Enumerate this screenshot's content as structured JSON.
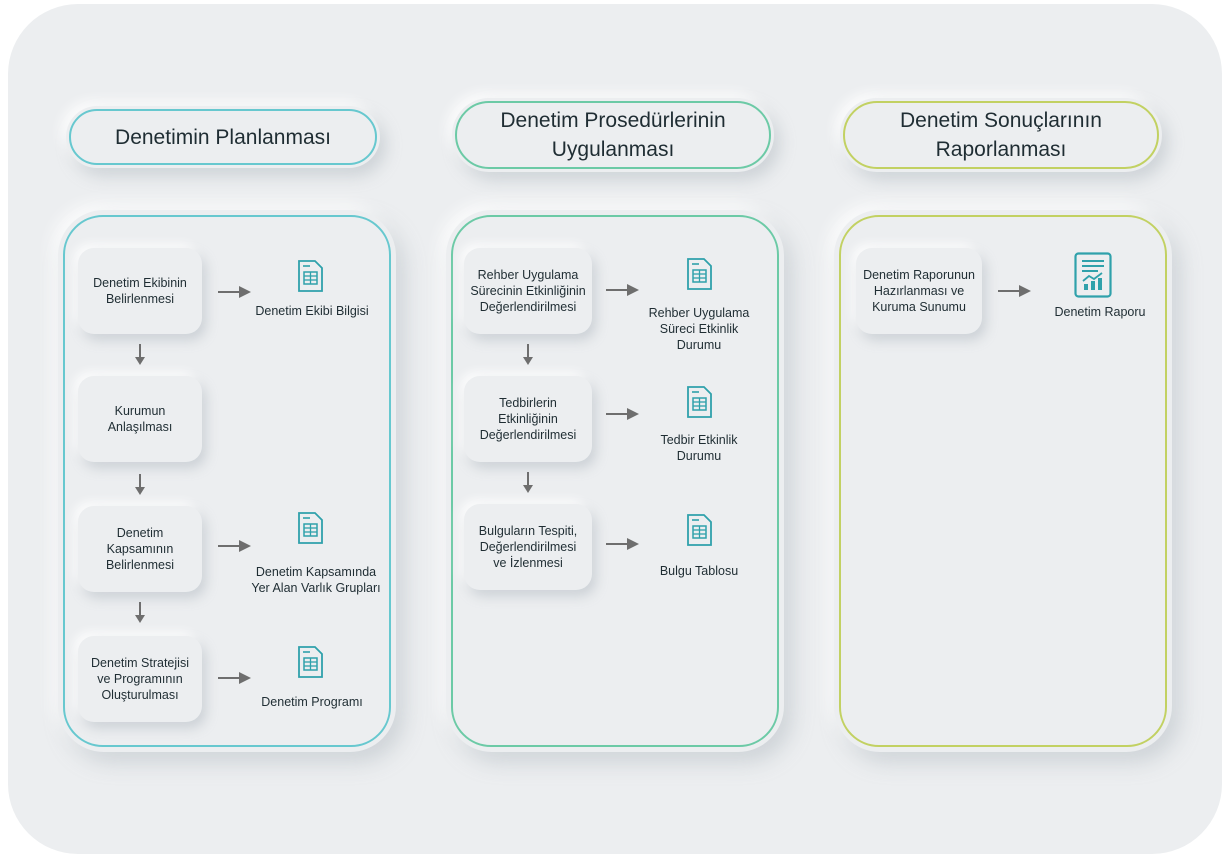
{
  "columns": [
    {
      "title": "Denetimin Planlanması",
      "color": "#67c8cf",
      "steps": [
        "Denetim Ekibinin\nBelirlenmesi",
        "Kurumun\nAnlaşılması",
        "Denetim\nKapsamının\nBelirlenmesi",
        "Denetim Stratejisi\nve Programının\nOluşturulması"
      ],
      "outputs": [
        "Denetim Ekibi Bilgisi",
        "Denetim Kapsamında\nYer Alan Varlık Grupları",
        "Denetim Programı"
      ]
    },
    {
      "title": "Denetim Prosedürlerinin\nUygulanması",
      "color": "#6ccaa6",
      "steps": [
        "Rehber Uygulama\nSürecinin Etkinliğinin\nDeğerlendirilmesi",
        "Tedbirlerin\nEtkinliğinin\nDeğerlendirilmesi",
        "Bulguların Tespiti,\nDeğerlendirilmesi\nve İzlenmesi"
      ],
      "outputs": [
        "Rehber Uygulama\nSüreci Etkinlik\nDurumu",
        "Tedbir Etkinlik\nDurumu",
        "Bulgu Tablosu"
      ]
    },
    {
      "title": "Denetim Sonuçlarının\nRaporlanması",
      "color": "#c2d162",
      "steps": [
        "Denetim Raporunun\nHazırlanması ve\nKuruma Sunumu"
      ],
      "outputs": [
        "Denetim Raporu"
      ]
    }
  ],
  "icon_color": "#2fa1ab",
  "arrow_color": "#6e6e6e",
  "icons": {
    "table_document": "table-document-icon",
    "report_document": "report-chart-icon"
  }
}
